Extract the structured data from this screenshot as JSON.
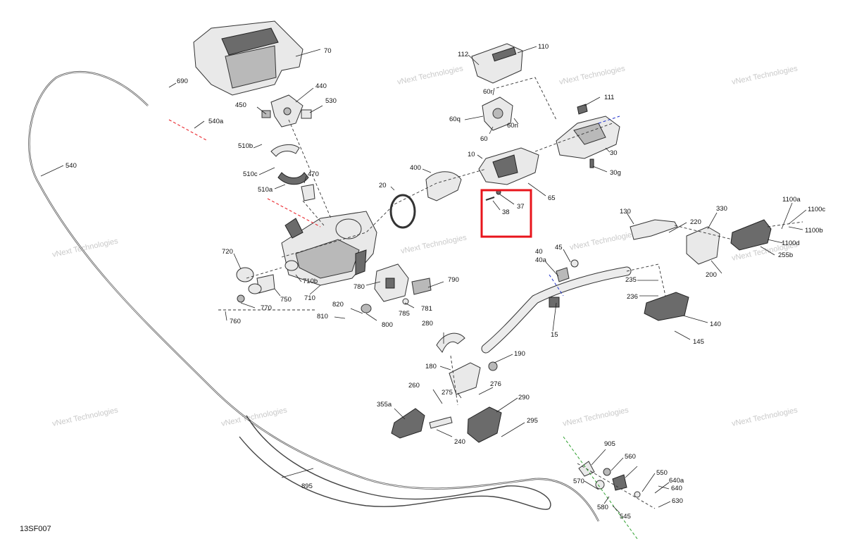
{
  "diagram": {
    "code": "13SF007",
    "watermark": "vNext Technologies",
    "highlight_color": "#e8141b",
    "part_labels": [
      "10",
      "15",
      "20",
      "30",
      "30g",
      "37",
      "38",
      "40",
      "40a",
      "45",
      "60",
      "60n",
      "60q",
      "60r",
      "65",
      "70",
      "110",
      "111",
      "112",
      "130",
      "140",
      "145",
      "180",
      "190",
      "200",
      "220",
      "235",
      "236",
      "240",
      "255b",
      "260",
      "275",
      "276",
      "280",
      "290",
      "295",
      "330",
      "355a",
      "400",
      "440",
      "450",
      "470",
      "510a",
      "510b",
      "510c",
      "530",
      "540",
      "540a",
      "545",
      "550",
      "560",
      "570",
      "580",
      "630",
      "640",
      "640a",
      "690",
      "710",
      "710b",
      "720",
      "750",
      "760",
      "770",
      "780",
      "781",
      "785",
      "790",
      "800",
      "810",
      "820",
      "895",
      "905",
      "1100a",
      "1100b",
      "1100c",
      "1100d"
    ]
  }
}
